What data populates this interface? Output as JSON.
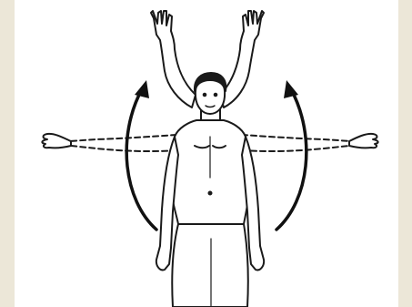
{
  "figure": {
    "subject": "shoulder-abduction-exercise",
    "colors": {
      "outer_background": "#ece7d8",
      "panel_background": "#ffffff",
      "line": "#1a1a1a",
      "skin_fill": "#ffffff",
      "arrow": "#111111",
      "dashed_arm": "#1a1a1a"
    },
    "positions": [
      "arms-down-start",
      "arms-horizontal-dashed",
      "arms-overhead-end"
    ],
    "arrows": [
      "left-arc-arrow",
      "right-arc-arrow"
    ]
  }
}
